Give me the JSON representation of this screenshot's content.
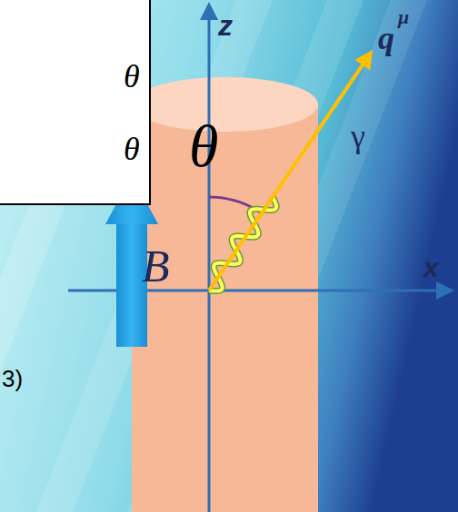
{
  "diagram": {
    "nodes": [
      {
        "text": [
          "θ",
          "θ"
        ]
      }
    ],
    "labels": [
      "z",
      "q",
      "μ",
      "θ",
      "γ",
      "B",
      "x",
      "3)"
    ]
  }
}
